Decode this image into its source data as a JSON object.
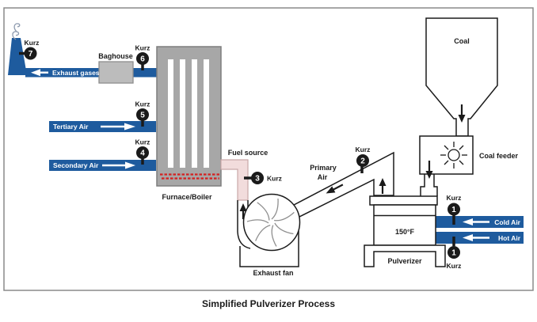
{
  "title": "Simplified Pulverizer Process",
  "colors": {
    "flow_blue": "#1e5b9e",
    "furnace_gray": "#a7a7a7",
    "baghouse_gray": "#bcbcbc",
    "fuel_pipe_pink": "#f2dcdc",
    "flame_red": "#d42020",
    "line_black": "#1a1a1a"
  },
  "labels": {
    "coal": "Coal",
    "coal_feeder": "Coal feeder",
    "pulverizer": "Pulverizer",
    "pulverizer_temp": "150°F",
    "exhaust_fan": "Exhaust fan",
    "furnace_boiler": "Furnace/Boiler",
    "baghouse": "Baghouse",
    "fuel_source": "Fuel source",
    "primary_air_line1": "Primary",
    "primary_air_line2": "Air",
    "exhaust_gases": "Exhaust gases",
    "tertiary_air": "Tertiary Air",
    "secondary_air": "Secondary Air",
    "cold_air": "Cold Air",
    "hot_air": "Hot Air"
  },
  "markers": {
    "m1_top": {
      "label": "Kurz",
      "number": "1"
    },
    "m1_bottom": {
      "label": "Kurz",
      "number": "1"
    },
    "m2": {
      "label": "Kurz",
      "number": "2"
    },
    "m3": {
      "label": "Kurz",
      "number": "3"
    },
    "m4": {
      "label": "Kurz",
      "number": "4"
    },
    "m5": {
      "label": "Kurz",
      "number": "5"
    },
    "m6": {
      "label": "Kurz",
      "number": "6"
    },
    "m7": {
      "label": "Kurz",
      "number": "7"
    }
  }
}
